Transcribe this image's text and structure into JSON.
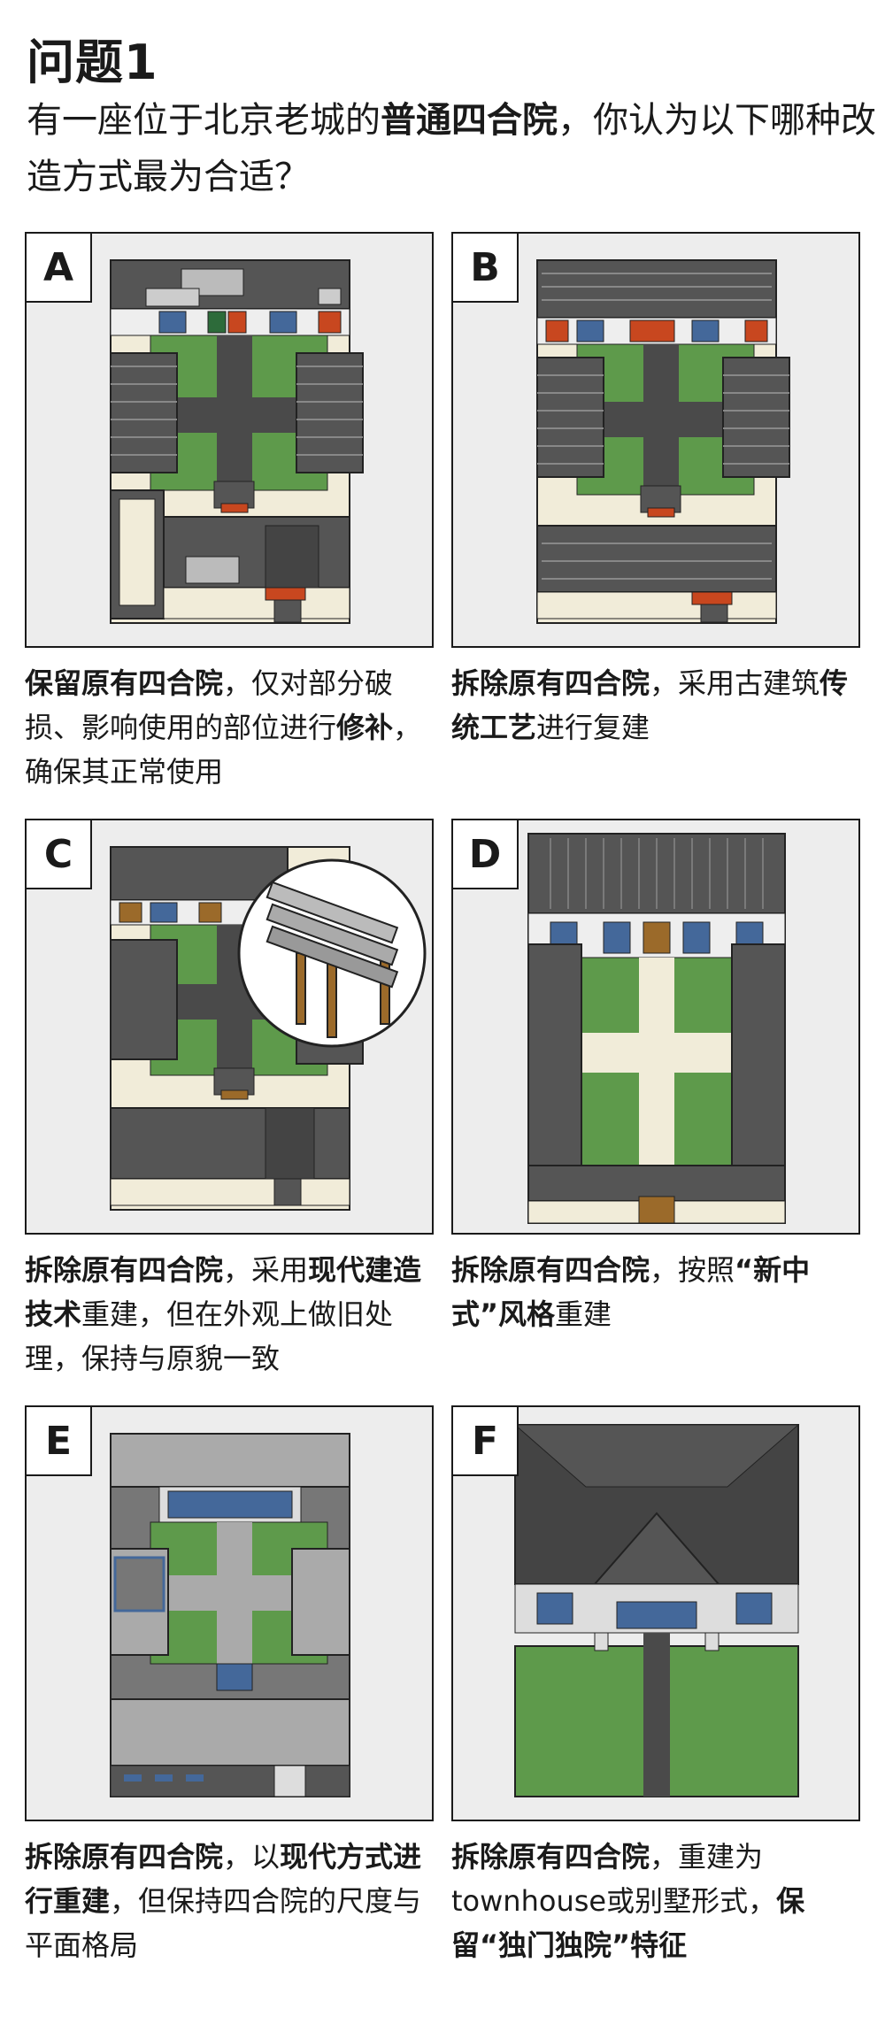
{
  "title": "问题1",
  "question": {
    "pre": "有一座位于北京老城的",
    "bold": "普通四合院",
    "post": "，你认为以下哪种改造方式最为合适？"
  },
  "options": [
    {
      "letter": "A",
      "parts": [
        {
          "t": "保留原有四合院",
          "b": true
        },
        {
          "t": "，仅对部分破损、影响使用的部位进行",
          "b": false
        },
        {
          "t": "修补",
          "b": true
        },
        {
          "t": "，确保其正常使用",
          "b": false
        }
      ]
    },
    {
      "letter": "B",
      "parts": [
        {
          "t": "拆除原有四合院",
          "b": true
        },
        {
          "t": "，采用古建筑",
          "b": false
        },
        {
          "t": "传统工艺",
          "b": true
        },
        {
          "t": "进行复建",
          "b": false
        }
      ]
    },
    {
      "letter": "C",
      "parts": [
        {
          "t": "拆除原有四合院",
          "b": true
        },
        {
          "t": "，采用",
          "b": false
        },
        {
          "t": "现代建造技术",
          "b": true
        },
        {
          "t": "重建，但在外观上做旧处理，保持与原貌一致",
          "b": false
        }
      ]
    },
    {
      "letter": "D",
      "parts": [
        {
          "t": "拆除原有四合院",
          "b": true
        },
        {
          "t": "，按照",
          "b": false
        },
        {
          "t": "“新中式”风格",
          "b": true
        },
        {
          "t": "重建",
          "b": false
        }
      ]
    },
    {
      "letter": "E",
      "parts": [
        {
          "t": "拆除原有四合院",
          "b": true
        },
        {
          "t": "，以",
          "b": false
        },
        {
          "t": "现代方式进行重建",
          "b": true
        },
        {
          "t": "，但保持四合院的尺度与平面格局",
          "b": false
        }
      ]
    },
    {
      "letter": "F",
      "parts": [
        {
          "t": "拆除原有四合院",
          "b": true
        },
        {
          "t": "，重建为townhouse或别墅形式，",
          "b": false
        },
        {
          "t": "保留“独门独院”特征",
          "b": true
        }
      ]
    }
  ],
  "colors": {
    "roof": "#555555",
    "roof_dark": "#3a3a3a",
    "grass": "#5e9a4b",
    "path": "#4a4a4a",
    "cream": "#f1ecd9",
    "red_door": "#c8471f",
    "window_blue": "#44689a",
    "wood": "#9b6a2a",
    "card_bg": "#ededed"
  }
}
